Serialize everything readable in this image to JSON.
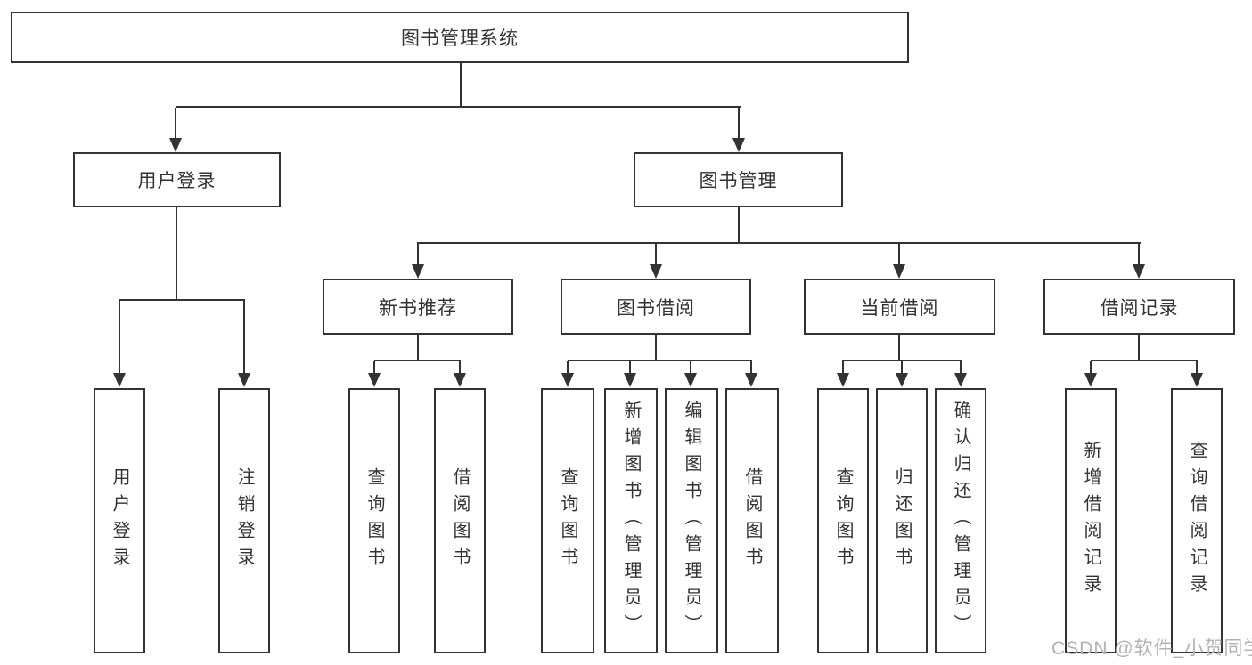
{
  "colors": {
    "line": "#333333",
    "box_border": "#333333",
    "text": "#333333",
    "background": "#ffffff",
    "watermark": "#b3b3b3"
  },
  "root": {
    "label": "图书管理系统"
  },
  "level2": {
    "user_login": {
      "label": "用户登录"
    },
    "book_management": {
      "label": "图书管理"
    }
  },
  "level3": {
    "new_book_recommend": {
      "label": "新书推荐"
    },
    "book_borrow": {
      "label": "图书借阅"
    },
    "current_borrow": {
      "label": "当前借阅"
    },
    "borrow_records": {
      "label": "借阅记录"
    }
  },
  "leaves": {
    "user_login": [
      "用户登录",
      "注销登录"
    ],
    "new_book_recommend": [
      "查询图书",
      "借阅图书"
    ],
    "book_borrow": [
      "查询图书",
      "新增图书（管理员）",
      "编辑图书（管理员）",
      "借阅图书"
    ],
    "current_borrow": [
      "查询图书",
      "归还图书",
      "确认归还（管理员）"
    ],
    "borrow_records": [
      "新增借阅记录",
      "查询借阅记录"
    ]
  },
  "watermark": {
    "text": "CSDN @软件_小贺同学"
  }
}
